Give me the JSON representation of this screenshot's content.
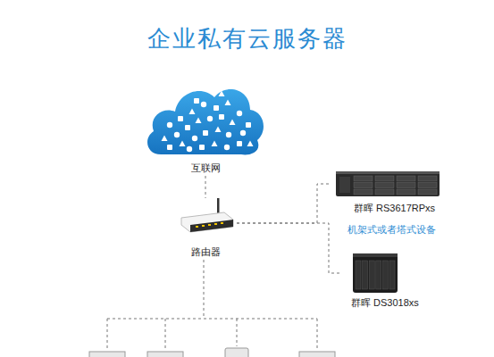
{
  "diagram": {
    "title": "企业私有云服务器",
    "nodes": [
      {
        "text": [
          "互联网"
        ]
      },
      {
        "text": [
          "路由器"
        ]
      },
      {
        "text": [
          "群晖 RS3617RPxs"
        ]
      },
      {
        "text": [
          "群晖 DS3018xs"
        ]
      }
    ],
    "edges": [
      {
        "from": 0,
        "to": 1,
        "arrow": "none"
      },
      {
        "from": 1,
        "to": 2,
        "arrow": "none"
      },
      {
        "from": 1,
        "to": 3,
        "arrow": "none"
      }
    ],
    "labels": [
      "机架式或者塔式设备"
    ]
  }
}
